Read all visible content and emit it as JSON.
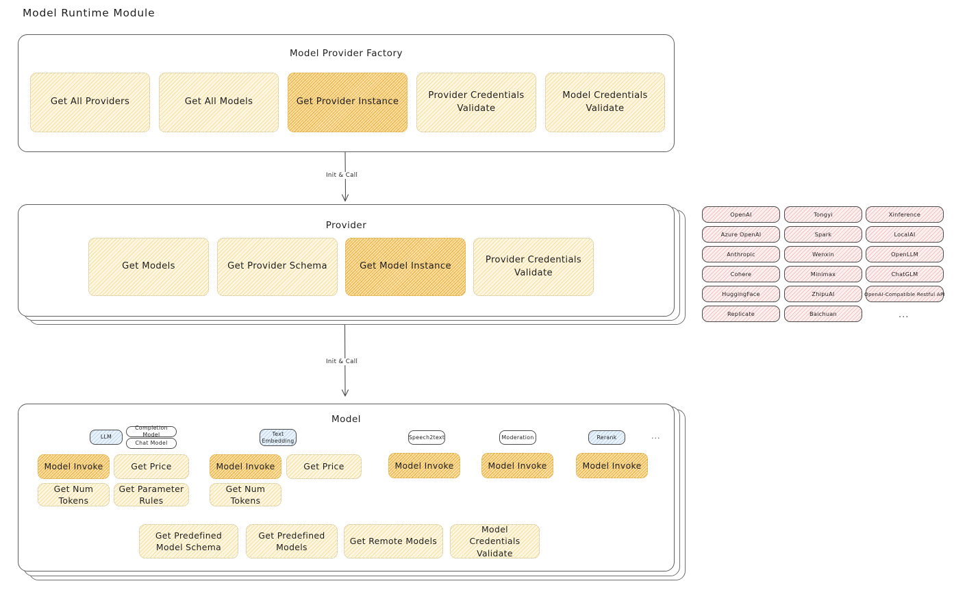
{
  "page": {
    "title": "Model Runtime Module"
  },
  "factory": {
    "title": "Model Provider Factory",
    "nodes": [
      {
        "label": "Get All Providers",
        "highlight": false
      },
      {
        "label": "Get All Models",
        "highlight": false
      },
      {
        "label": "Get Provider Instance",
        "highlight": true
      },
      {
        "label": "Provider Credentials Validate",
        "highlight": false
      },
      {
        "label": "Model Credentials Validate",
        "highlight": false
      }
    ]
  },
  "arrow_factory_to_provider": {
    "label": "Init & Call"
  },
  "provider": {
    "title": "Provider",
    "nodes": [
      {
        "label": "Get Models",
        "highlight": false
      },
      {
        "label": "Get Provider Schema",
        "highlight": false
      },
      {
        "label": "Get Model Instance",
        "highlight": true
      },
      {
        "label": "Provider Credentials Validate",
        "highlight": false
      }
    ]
  },
  "arrow_provider_to_model": {
    "label": "Init & Call"
  },
  "provider_list": {
    "columns": [
      [
        "OpenAI",
        "Azure OpenAI",
        "Anthropic",
        "Cohere",
        "HuggingFace",
        "Replicate"
      ],
      [
        "Tongyi",
        "Spark",
        "Wenxin",
        "Minimax",
        "ZhipuAI",
        "Baichuan"
      ],
      [
        "Xinference",
        "LocalAI",
        "OpenLLM",
        "ChatGLM",
        "OpenAI-Compatible Restful API"
      ]
    ],
    "more": "..."
  },
  "model": {
    "title": "Model",
    "more": "...",
    "types": [
      {
        "badge": "LLM",
        "badge_style": "blue",
        "sub_badges": [
          "Completion Model",
          "Chat Model"
        ],
        "methods_row1": [
          {
            "label": "Model Invoke",
            "highlight": true
          },
          {
            "label": "Get Price",
            "highlight": false
          }
        ],
        "methods_row2": [
          {
            "label": "Get Num Tokens",
            "highlight": false
          },
          {
            "label": "Get Parameter Rules",
            "highlight": false
          }
        ]
      },
      {
        "badge": "Text Embedding",
        "badge_style": "blue",
        "sub_badges": [],
        "methods_row1": [
          {
            "label": "Model Invoke",
            "highlight": true
          },
          {
            "label": "Get Price",
            "highlight": false
          }
        ],
        "methods_row2": [
          {
            "label": "Get Num Tokens",
            "highlight": false
          }
        ]
      },
      {
        "badge": "Speech2text",
        "badge_style": "plain",
        "sub_badges": [],
        "methods_row1": [
          {
            "label": "Model Invoke",
            "highlight": true
          }
        ],
        "methods_row2": []
      },
      {
        "badge": "Moderation",
        "badge_style": "plain",
        "sub_badges": [],
        "methods_row1": [
          {
            "label": "Model Invoke",
            "highlight": true
          }
        ],
        "methods_row2": []
      },
      {
        "badge": "Rerank",
        "badge_style": "blue",
        "sub_badges": [],
        "methods_row1": [
          {
            "label": "Model Invoke",
            "highlight": true
          }
        ],
        "methods_row2": []
      }
    ],
    "common_methods": [
      {
        "label": "Get Predefined Model Schema"
      },
      {
        "label": "Get Predefined Models"
      },
      {
        "label": "Get Remote Models"
      },
      {
        "label": "Model Credentials Validate"
      }
    ]
  },
  "colors": {
    "node_fill": "#fdf6e0",
    "node_highlight_fill": "#fbe3ae",
    "chip_fill": "#fdf0f0",
    "badge_blue_fill": "#eaf3fb",
    "stroke": "#1e1e1e",
    "background": "#ffffff"
  }
}
